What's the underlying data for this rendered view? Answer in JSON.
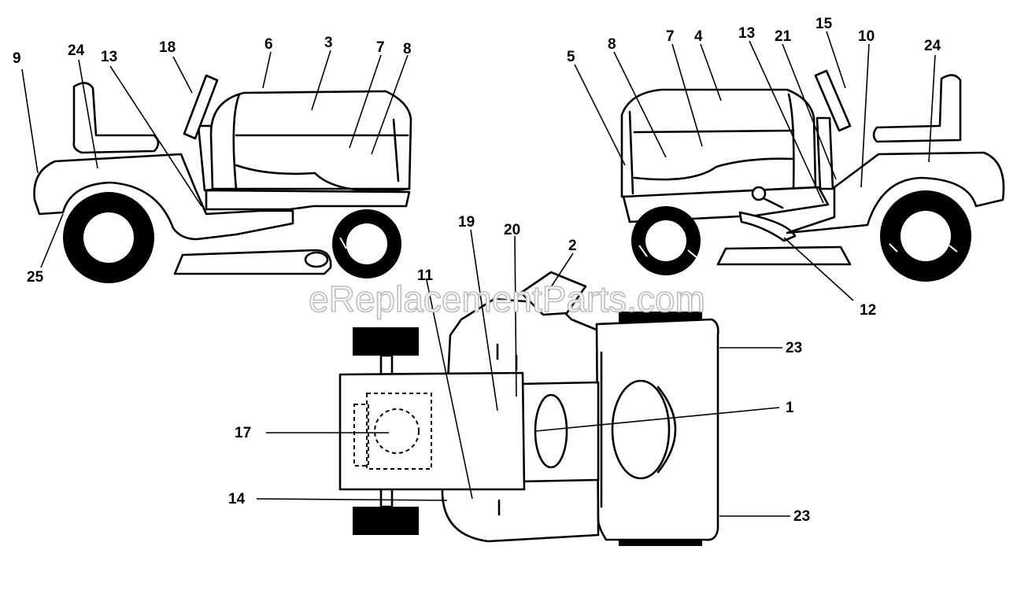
{
  "watermark": "eReplacementParts.com",
  "callouts": {
    "left_view": [
      "9",
      "24",
      "13",
      "18",
      "6",
      "3",
      "7",
      "8",
      "25"
    ],
    "right_view": [
      "5",
      "8",
      "7",
      "4",
      "13",
      "21",
      "15",
      "10",
      "24",
      "12"
    ],
    "top_view": [
      "19",
      "20",
      "2",
      "11",
      "23",
      "1",
      "17",
      "14",
      "23"
    ]
  }
}
